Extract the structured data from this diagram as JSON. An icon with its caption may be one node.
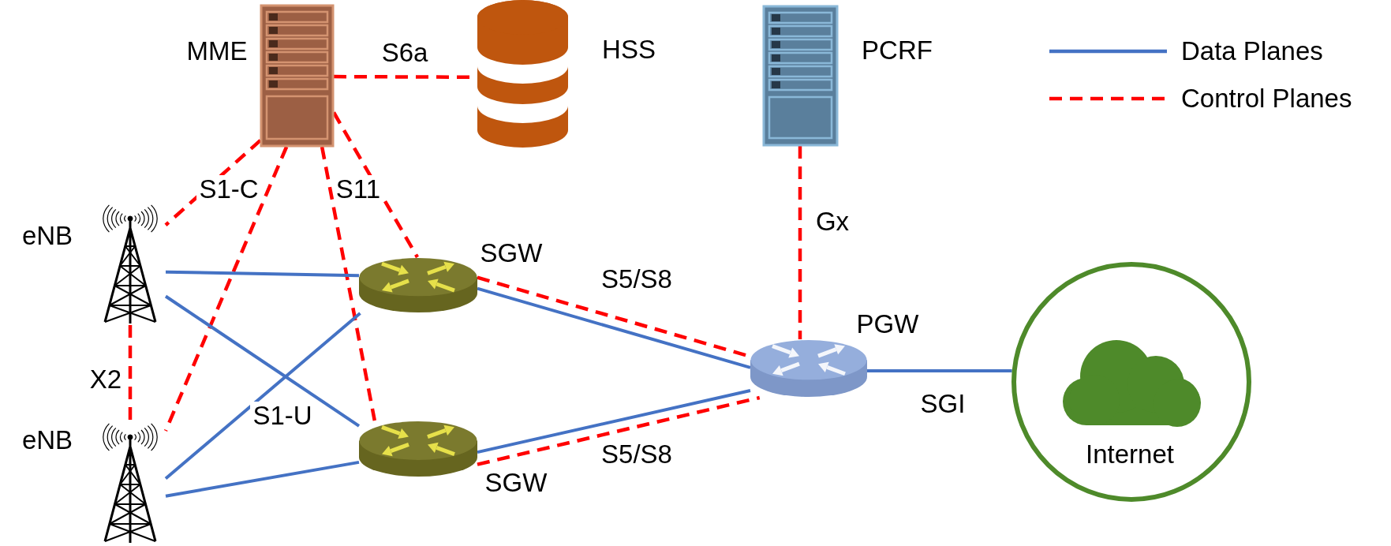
{
  "diagram": {
    "nodes": [
      {
        "text": [
          "MME"
        ]
      },
      {
        "text": [
          "HSS"
        ]
      },
      {
        "text": [
          "PCRF"
        ]
      },
      {
        "text": [
          "eNB"
        ]
      },
      {
        "text": [
          "SGW"
        ]
      },
      {
        "text": [
          "eNB"
        ]
      },
      {
        "text": [
          "SGW"
        ]
      },
      {
        "text": [
          "PGW"
        ]
      },
      {
        "text": [
          "Internet"
        ]
      }
    ],
    "edges": [
      {
        "from": 0,
        "to": 1,
        "arrow": "none",
        "label": "S6a",
        "style": "dashed",
        "color": "#ff0000"
      },
      {
        "from": 0,
        "to": 3,
        "arrow": "none",
        "label": "S1-C",
        "style": "dashed",
        "color": "#ff0000"
      },
      {
        "from": 0,
        "to": 5,
        "arrow": "none",
        "style": "dashed",
        "color": "#ff0000"
      },
      {
        "from": 0,
        "to": 4,
        "arrow": "none",
        "label": "S11",
        "style": "dashed",
        "color": "#ff0000"
      },
      {
        "from": 0,
        "to": 6,
        "arrow": "none",
        "style": "dashed",
        "color": "#ff0000"
      },
      {
        "from": 3,
        "to": 5,
        "arrow": "none",
        "label": "X2",
        "style": "dashed",
        "color": "#ff0000"
      },
      {
        "from": 3,
        "to": 4,
        "arrow": "none",
        "color": "#4472c4"
      },
      {
        "from": 3,
        "to": 6,
        "arrow": "none",
        "label": "S1-U",
        "color": "#4472c4"
      },
      {
        "from": 5,
        "to": 4,
        "arrow": "none",
        "color": "#4472c4"
      },
      {
        "from": 5,
        "to": 6,
        "arrow": "none",
        "color": "#4472c4"
      },
      {
        "from": 4,
        "to": 7,
        "arrow": "none",
        "color": "#4472c4"
      },
      {
        "from": 4,
        "to": 7,
        "arrow": "none",
        "label": "S5/S8",
        "style": "dashed",
        "color": "#ff0000"
      },
      {
        "from": 6,
        "to": 7,
        "arrow": "none",
        "color": "#4472c4"
      },
      {
        "from": 6,
        "to": 7,
        "arrow": "none",
        "label": "S5/S8",
        "style": "dashed",
        "color": "#ff0000"
      },
      {
        "from": 2,
        "to": 7,
        "arrow": "none",
        "label": "Gx",
        "style": "dashed",
        "color": "#ff0000"
      },
      {
        "from": 7,
        "to": 8,
        "arrow": "none",
        "label": "SGI",
        "color": "#4472c4"
      }
    ],
    "legend": [
      {
        "text": "Data Planes"
      },
      {
        "text": "Control Planes"
      }
    ]
  }
}
